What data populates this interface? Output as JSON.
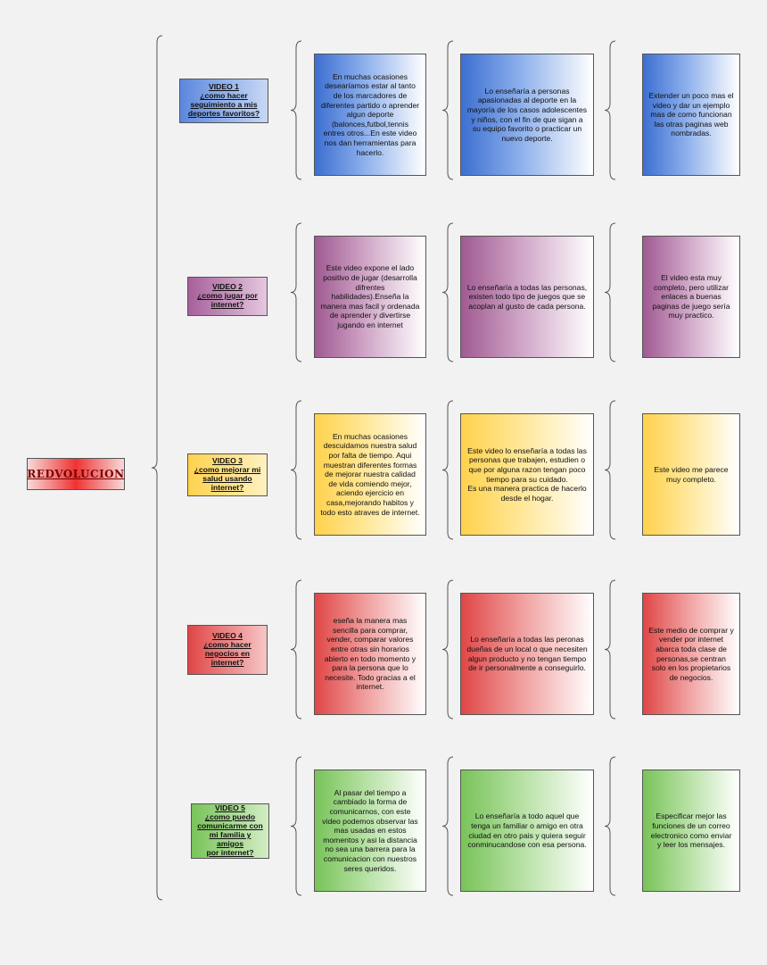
{
  "root": {
    "label": "REDVOLUCION"
  },
  "colors": {
    "blue": "#3d6fd1",
    "purple": "#a05a92",
    "yellow": "#ffd24d",
    "red": "#e04646",
    "green": "#79c35a"
  },
  "rows": [
    {
      "title": [
        "VIDEO 1",
        "¿como hacer",
        "seguimiento a mis",
        "deportes favoritos?"
      ],
      "cells": [
        "En muchas ocasiones desearíamos estar al tanto de los marcadores de diferentes partido o aprender algun deporte (balonces,futbol,tennis entres otros...En este video nos dan herramientas para hacerlo.",
        "Lo enseñaría  a personas apasionadas al deporte en la mayoría de los casos adolescentes y niños, con el fin de que sigan a su equipo favorito o practicar un nuevo deporte.",
        "Extender un poco mas el video y dar un ejemplo mas de como funcionan las otras paginas web nombradas."
      ]
    },
    {
      "title": [
        "VIDEO 2",
        "¿como jugar por",
        "internet?"
      ],
      "cells": [
        "Este video expone el lado positivo de jugar (desarrolla difrentes habilidades).Enseña la manera mas facil y ordenada de aprender y divertirse jugando en internet",
        "Lo enseñaría a todas las personas, existen todo tipo de juegos que se acoplan al gusto de cada persona.",
        "El video esta muy completo, pero utilizar enlaces a buenas paginas de juego sería muy practico."
      ]
    },
    {
      "title": [
        "VIDEO 3",
        "¿como mejorar mi",
        "salud usando",
        "internet?"
      ],
      "cells": [
        "En muchas ocasiones descuidamos nuestra salud por falta de tiempo. Aqui muestran diferentes formas de mejorar nuestra calidad de vida comiendo mejor, aciendo ejercicio en casa,mejorando habitos y todo esto atraves de internet.",
        "Este video lo enseñaría a todas las personas que trabajen, estudien o que por alguna razon tengan poco tiempo para su cuidado.\nEs una manera practica de hacerlo desde el hogar.",
        "Este video me parece muy completo."
      ]
    },
    {
      "title": [
        "VIDEO 4",
        "¿como hacer",
        "negocios en",
        "internet?"
      ],
      "cells": [
        "eseña la manera mas sencilla para comprar, vender, comparar valores entre otras sin horarios abierto en todo momento y para la persona que lo necesite. Todo gracias a el internet.",
        "Lo enseñaría a todas las peronas dueñas de un local o que necesiten algun producto y no tengan tiempo de ir personalmente a conseguirlo.",
        "Este medio de comprar y vender por internet abarca toda clase de personas,se centran solo en los propietarios de negocios."
      ]
    },
    {
      "title": [
        "VIDEO 5",
        "¿como puedo",
        "comunicarme con",
        "mi familia y amigos",
        "por internet?"
      ],
      "cells": [
        "Al pasar del tiempo a cambiado la forma de comunicarnos, con este video podemos observar las mas usadas en estos momentos y asi la distancia no sea una barrera para la comunicacion con nuestros seres queridos.",
        "Lo enseñaría a todo aquel que tenga un familiar o amigo en otra ciudad  en otro pais y quiera seguir conminucandose con esa persona.",
        "Especificar mejor las funciones de un correo electronico como enviar y leer los mensajes."
      ]
    }
  ]
}
